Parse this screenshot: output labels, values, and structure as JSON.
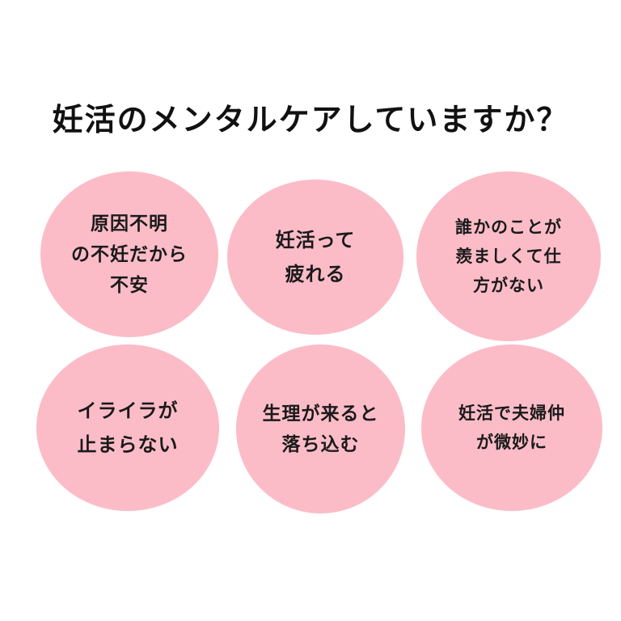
{
  "title": "妊活のメンタルケアしていますか？",
  "bubbles": [
    {
      "lines": [
        "原因不明",
        "の不妊だから",
        "不安"
      ]
    },
    {
      "lines": [
        "妊活って",
        "疲れる"
      ]
    },
    {
      "lines": [
        "誰かのことが",
        "羨ましくて仕",
        "方がない"
      ]
    },
    {
      "lines": [
        "イライラが",
        "止まらない"
      ]
    },
    {
      "lines": [
        "生理が来ると",
        "落ち込む"
      ]
    },
    {
      "lines": [
        "妊活で夫婦仲",
        "が微妙に"
      ]
    }
  ],
  "colors": {
    "bubble": "#fbbcc8",
    "text": "#111111",
    "background": "#ffffff"
  }
}
